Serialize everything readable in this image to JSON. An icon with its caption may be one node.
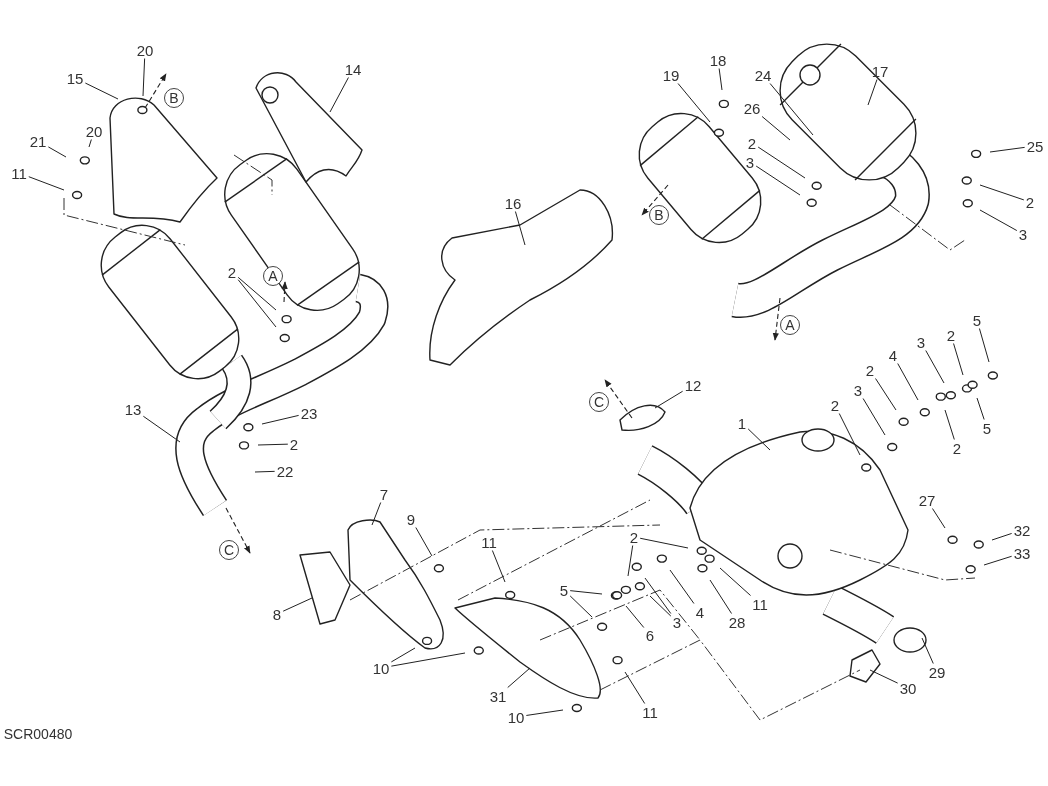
{
  "diagram": {
    "nodes": [
      {
        "text": [
          "20"
        ]
      },
      {
        "text": [
          "15"
        ]
      },
      {
        "text": [
          "14"
        ]
      },
      {
        "text": [
          "20"
        ]
      },
      {
        "text": [
          "21"
        ]
      },
      {
        "text": [
          "11"
        ]
      },
      {
        "text": [
          "2"
        ]
      },
      {
        "text": [
          "13"
        ]
      },
      {
        "text": [
          "23"
        ]
      },
      {
        "text": [
          "2"
        ]
      },
      {
        "text": [
          "22"
        ]
      },
      {
        "text": [
          "16"
        ]
      },
      {
        "text": [
          "18"
        ]
      },
      {
        "text": [
          "19"
        ]
      },
      {
        "text": [
          "24"
        ]
      },
      {
        "text": [
          "17"
        ]
      },
      {
        "text": [
          "26"
        ]
      },
      {
        "text": [
          "2"
        ]
      },
      {
        "text": [
          "3"
        ]
      },
      {
        "text": [
          "25"
        ]
      },
      {
        "text": [
          "2"
        ]
      },
      {
        "text": [
          "3"
        ]
      },
      {
        "text": [
          "5"
        ]
      },
      {
        "text": [
          "2"
        ]
      },
      {
        "text": [
          "3"
        ]
      },
      {
        "text": [
          "4"
        ]
      },
      {
        "text": [
          "2"
        ]
      },
      {
        "text": [
          "3"
        ]
      },
      {
        "text": [
          "12"
        ]
      },
      {
        "text": [
          "2"
        ]
      },
      {
        "text": [
          "1"
        ]
      },
      {
        "text": [
          "5"
        ]
      },
      {
        "text": [
          "2"
        ]
      },
      {
        "text": [
          "7"
        ]
      },
      {
        "text": [
          "27"
        ]
      },
      {
        "text": [
          "9"
        ]
      },
      {
        "text": [
          "32"
        ]
      },
      {
        "text": [
          "11"
        ]
      },
      {
        "text": [
          "2"
        ]
      },
      {
        "text": [
          "33"
        ]
      },
      {
        "text": [
          "5"
        ]
      },
      {
        "text": [
          "11"
        ]
      },
      {
        "text": [
          "8"
        ]
      },
      {
        "text": [
          "4"
        ]
      },
      {
        "text": [
          "28"
        ]
      },
      {
        "text": [
          "3"
        ]
      },
      {
        "text": [
          "6"
        ]
      },
      {
        "text": [
          "10"
        ]
      },
      {
        "text": [
          "29"
        ]
      },
      {
        "text": [
          "30"
        ]
      },
      {
        "text": [
          "31"
        ]
      },
      {
        "text": [
          "11"
        ]
      },
      {
        "text": [
          "10"
        ]
      }
    ],
    "edges": [
      {
        "from": 0,
        "to": null,
        "arrow": "none"
      },
      {
        "from": 1,
        "to": null,
        "arrow": "none"
      },
      {
        "from": 2,
        "to": null,
        "arrow": "none"
      },
      {
        "from": 3,
        "to": null,
        "arrow": "none"
      },
      {
        "from": 4,
        "to": null,
        "arrow": "none"
      },
      {
        "from": 5,
        "to": null,
        "arrow": "none"
      },
      {
        "from": 6,
        "to": null,
        "arrow": "none"
      },
      {
        "from": 6,
        "to": null,
        "arrow": "none"
      },
      {
        "from": 7,
        "to": null,
        "arrow": "none"
      },
      {
        "from": 8,
        "to": null,
        "arrow": "none"
      },
      {
        "from": 9,
        "to": null,
        "arrow": "none"
      },
      {
        "from": 10,
        "to": null,
        "arrow": "none"
      },
      {
        "from": 11,
        "to": null,
        "arrow": "none"
      },
      {
        "from": 12,
        "to": null,
        "arrow": "none"
      },
      {
        "from": 13,
        "to": null,
        "arrow": "none"
      },
      {
        "from": 14,
        "to": null,
        "arrow": "none"
      },
      {
        "from": 15,
        "to": null,
        "arrow": "none"
      },
      {
        "from": 16,
        "to": null,
        "arrow": "none"
      },
      {
        "from": 17,
        "to": null,
        "arrow": "none"
      },
      {
        "from": 18,
        "to": null,
        "arrow": "none"
      },
      {
        "from": 19,
        "to": null,
        "arrow": "none"
      },
      {
        "from": 20,
        "to": null,
        "arrow": "none"
      },
      {
        "from": 21,
        "to": null,
        "arrow": "none"
      },
      {
        "from": 22,
        "to": null,
        "arrow": "none"
      },
      {
        "from": 23,
        "to": null,
        "arrow": "none"
      },
      {
        "from": 24,
        "to": null,
        "arrow": "none"
      },
      {
        "from": 25,
        "to": null,
        "arrow": "none"
      },
      {
        "from": 26,
        "to": null,
        "arrow": "none"
      },
      {
        "from": 27,
        "to": null,
        "arrow": "none"
      },
      {
        "from": 28,
        "to": null,
        "arrow": "none"
      },
      {
        "from": 29,
        "to": null,
        "arrow": "none"
      },
      {
        "from": 30,
        "to": null,
        "arrow": "none"
      },
      {
        "from": 31,
        "to": null,
        "arrow": "none"
      },
      {
        "from": 32,
        "to": null,
        "arrow": "none"
      },
      {
        "from": 33,
        "to": null,
        "arrow": "none"
      },
      {
        "from": 34,
        "to": null,
        "arrow": "none"
      },
      {
        "from": 35,
        "to": null,
        "arrow": "none"
      },
      {
        "from": 36,
        "to": null,
        "arrow": "none"
      },
      {
        "from": 37,
        "to": null,
        "arrow": "none"
      },
      {
        "from": 38,
        "to": null,
        "arrow": "none"
      },
      {
        "from": 38,
        "to": null,
        "arrow": "none"
      },
      {
        "from": 39,
        "to": null,
        "arrow": "none"
      },
      {
        "from": 40,
        "to": null,
        "arrow": "none"
      },
      {
        "from": 40,
        "to": null,
        "arrow": "none"
      },
      {
        "from": 41,
        "to": null,
        "arrow": "none"
      },
      {
        "from": 42,
        "to": null,
        "arrow": "none"
      },
      {
        "from": 43,
        "to": null,
        "arrow": "none"
      },
      {
        "from": 44,
        "to": null,
        "arrow": "none"
      },
      {
        "from": 45,
        "to": null,
        "arrow": "none"
      },
      {
        "from": 45,
        "to": null,
        "arrow": "none"
      },
      {
        "from": 46,
        "to": null,
        "arrow": "none"
      },
      {
        "from": 47,
        "to": null,
        "arrow": "none"
      },
      {
        "from": 47,
        "to": null,
        "arrow": "none"
      },
      {
        "from": 48,
        "to": null,
        "arrow": "none"
      },
      {
        "from": 49,
        "to": null,
        "arrow": "none"
      },
      {
        "from": 50,
        "to": null,
        "arrow": "none"
      },
      {
        "from": 51,
        "to": null,
        "arrow": "none"
      },
      {
        "from": 52,
        "to": null,
        "arrow": "none"
      }
    ],
    "labels": [
      "B",
      "A",
      "C",
      "B",
      "A",
      "C",
      "SCR00480"
    ]
  }
}
